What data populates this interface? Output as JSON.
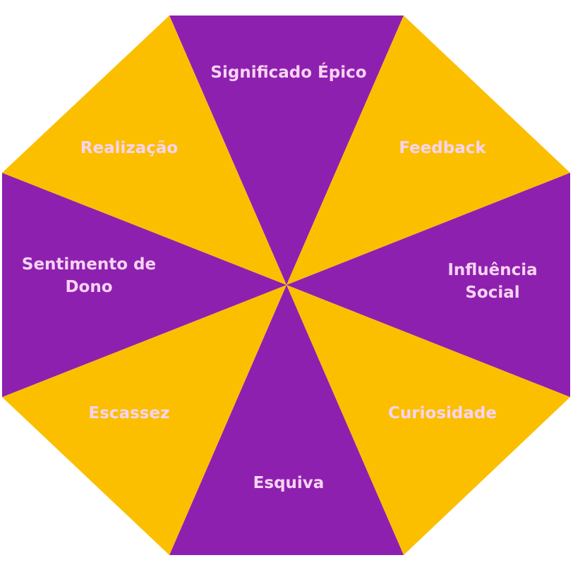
{
  "colors": {
    "purple": "#8e20b0",
    "yellow": "#fbbf00",
    "label": "#f8d4f2"
  },
  "segments": [
    {
      "id": "top",
      "lines": [
        "Significado Épico"
      ],
      "fill": "purple"
    },
    {
      "id": "top-right",
      "lines": [
        "Feedback"
      ],
      "fill": "yellow"
    },
    {
      "id": "right",
      "lines": [
        "Influência",
        "Social"
      ],
      "fill": "purple"
    },
    {
      "id": "bottom-right",
      "lines": [
        "Curiosidade"
      ],
      "fill": "yellow"
    },
    {
      "id": "bottom",
      "lines": [
        "Esquiva"
      ],
      "fill": "purple"
    },
    {
      "id": "bottom-left",
      "lines": [
        "Escassez"
      ],
      "fill": "yellow"
    },
    {
      "id": "left",
      "lines": [
        "Sentimento de",
        "Dono"
      ],
      "fill": "purple"
    },
    {
      "id": "top-left",
      "lines": [
        "Realização"
      ],
      "fill": "yellow"
    }
  ]
}
